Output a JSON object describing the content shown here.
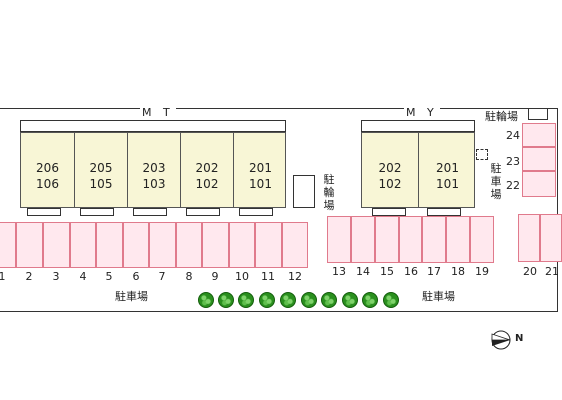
{
  "buildings": {
    "mt": {
      "label": "M T",
      "units": [
        {
          "upper": "206",
          "lower": "106"
        },
        {
          "upper": "205",
          "lower": "105"
        },
        {
          "upper": "203",
          "lower": "103"
        },
        {
          "upper": "202",
          "lower": "102"
        },
        {
          "upper": "201",
          "lower": "101"
        }
      ]
    },
    "my": {
      "label": "M Y",
      "units": [
        {
          "upper": "202",
          "lower": "102"
        },
        {
          "upper": "201",
          "lower": "101"
        }
      ]
    }
  },
  "bicycle_parking": {
    "center_label_chars": [
      "駐",
      "輪",
      "場"
    ],
    "top_right_label": "駐輪場"
  },
  "parking": {
    "label_left": "駐車場",
    "label_right": "駐車場",
    "vertical_label_chars": [
      "駐",
      "車",
      "場"
    ],
    "numbers": [
      "1",
      "2",
      "3",
      "4",
      "5",
      "6",
      "7",
      "8",
      "9",
      "10",
      "11",
      "12",
      "13",
      "14",
      "15",
      "16",
      "17",
      "18",
      "19",
      "20",
      "21",
      "22",
      "23",
      "24"
    ]
  },
  "compass": {
    "direction_label": "N"
  },
  "colors": {
    "parking_fill": "#ffe8ee",
    "parking_border": "#e07a8c",
    "building_fill": "#f8f6d6",
    "tree": "#2a8f1e"
  }
}
